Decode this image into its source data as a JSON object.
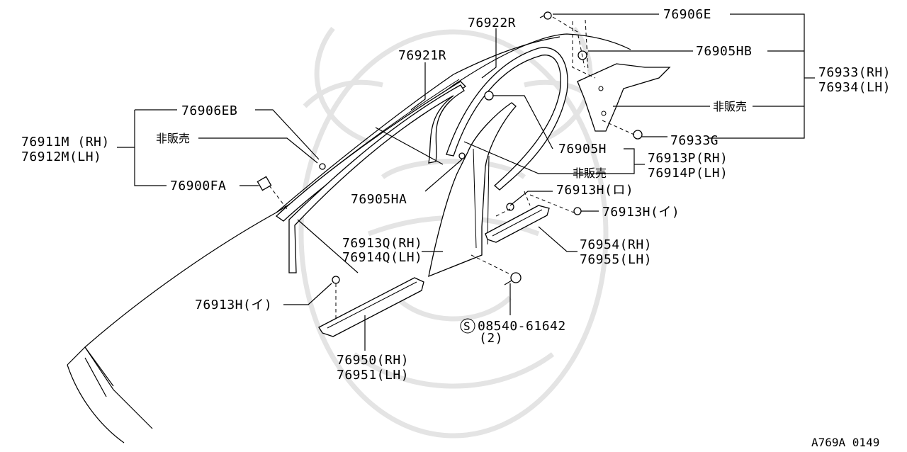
{
  "diagram": {
    "code": "A769A 0149",
    "callouts": {
      "p76906E": "76906E",
      "p76922R": "76922R",
      "p76921R": "76921R",
      "p76905HB": "76905HB",
      "p76933RH": "76933(RH)",
      "p76934LH": "76934(LH)",
      "p76906EB": "76906EB",
      "notsold1": "非販売",
      "notsold2": "非販売",
      "notsold3": "非販売",
      "p76911M": "76911M (RH)",
      "p76912M": "76912M(LH)",
      "p76900FA": "76900FA",
      "p76933G": "76933G",
      "p76905H": "76905H",
      "p76913P": "76913P(RH)",
      "p76914P": "76914P(LH)",
      "p76905HA": "76905HA",
      "p76913Hro": "76913H(ロ)",
      "p76913Hi1": "76913H(イ)",
      "p76913Q": "76913Q(RH)",
      "p76914Q": "76914Q(LH)",
      "p76954": "76954(RH)",
      "p76955": "76955(LH)",
      "p76913Hi2": "76913H(イ)",
      "screw_symbol": "S",
      "screw": "08540-61642",
      "screw_qty": "(2)",
      "p76950": "76950(RH)",
      "p76951": "76951(LH)"
    }
  }
}
